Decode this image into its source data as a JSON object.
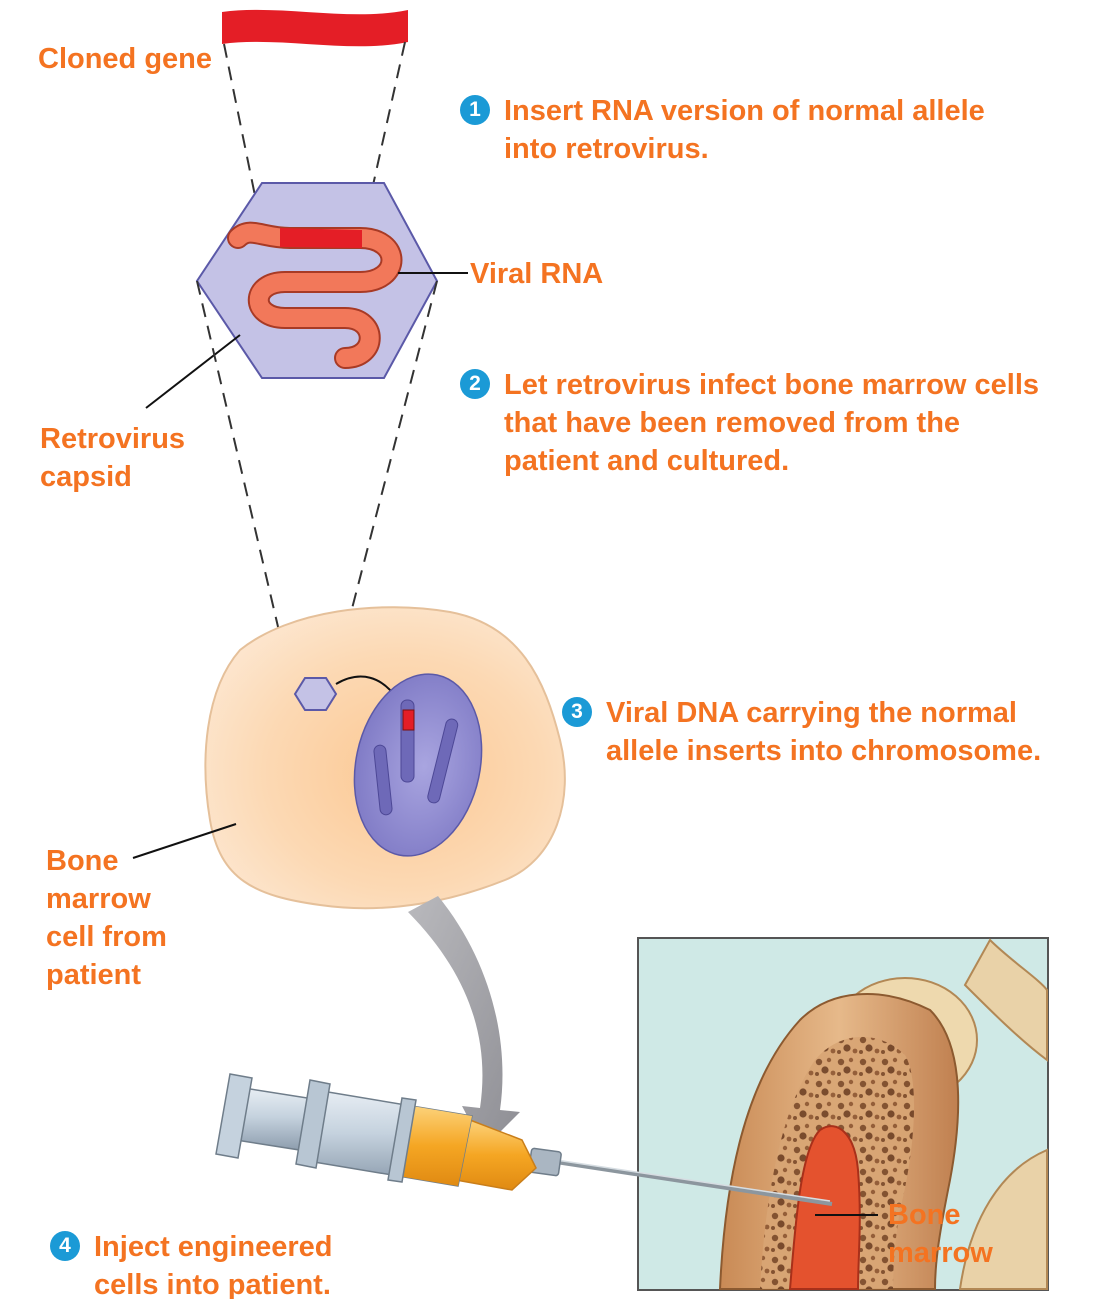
{
  "labels": {
    "cloned_gene": "Cloned gene",
    "viral_rna": "Viral RNA",
    "retrovirus_capsid": [
      "Retrovirus",
      "capsid"
    ],
    "bone_marrow_cell": [
      "Bone",
      "marrow",
      "cell from",
      "patient"
    ],
    "bone_marrow": [
      "Bone",
      "marrow"
    ]
  },
  "steps": [
    {
      "number": "1",
      "lines": [
        "Insert RNA version of normal allele",
        "into retrovirus."
      ]
    },
    {
      "number": "2",
      "lines": [
        "Let retrovirus infect bone marrow cells",
        "that have been removed from the",
        "patient and cultured."
      ]
    },
    {
      "number": "3",
      "lines": [
        "Viral DNA carrying the normal",
        "allele inserts into chromosome."
      ]
    },
    {
      "number": "4",
      "lines": [
        "Inject engineered",
        "cells into patient."
      ]
    }
  ],
  "colors": {
    "label_text": "#f47321",
    "step_badge": "#1b9ad6",
    "gene": "#e41e26",
    "viral_rna": "#f2785a",
    "capsid_fill": "#c4c2e6",
    "capsid_stroke": "#5b59a8",
    "cell_fill": "#fcd9b4",
    "nucleus_fill": "#8c88d0",
    "bone_marrow_red": "#e4522e",
    "syringe_fluid": "#f5a623",
    "background_panel": "#cfe9e6"
  }
}
